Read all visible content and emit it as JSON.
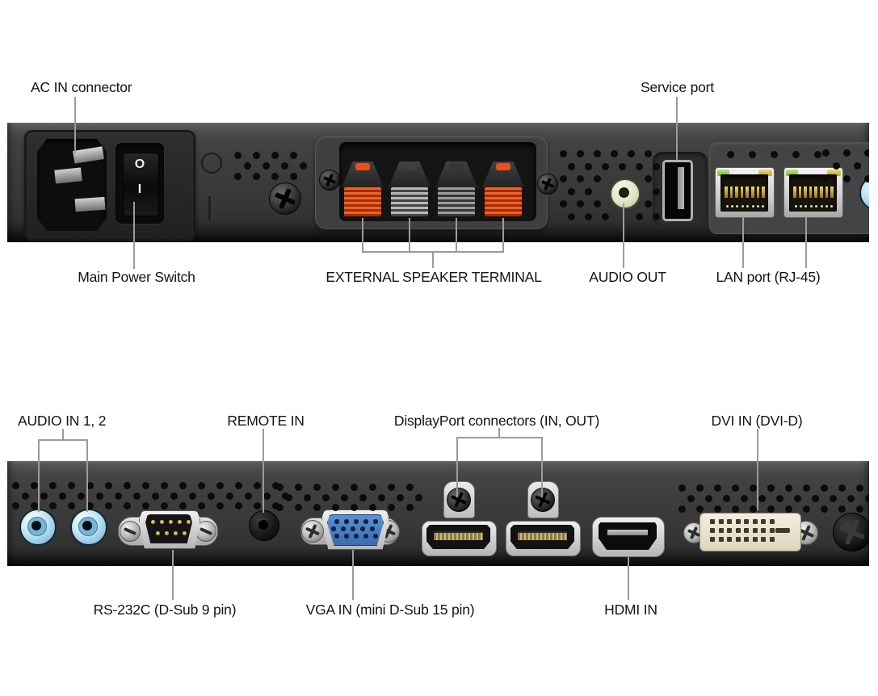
{
  "page": {
    "subject": "Monitor rear panel connector diagram",
    "background": "#ffffff"
  },
  "top_panel": {
    "labels_above": {
      "ac_in": "AC IN connector",
      "service_port": "Service port"
    },
    "labels_below": {
      "main_power_switch": "Main Power Switch",
      "external_speaker_terminal": "EXTERNAL SPEAKER TERMINAL",
      "audio_out": "AUDIO OUT",
      "lan_port": "LAN port (RJ-45)"
    },
    "power_switch": {
      "off_symbol": "O",
      "on_symbol": "I"
    }
  },
  "bottom_panel": {
    "labels_above": {
      "audio_in": "AUDIO IN 1, 2",
      "remote_in": "REMOTE IN",
      "displayport": "DisplayPort connectors (IN, OUT)",
      "dvi_in": "DVI IN (DVI-D)"
    },
    "labels_below": {
      "rs232c": "RS-232C (D-Sub 9 pin)",
      "vga_in": "VGA IN (mini D-Sub 15 pin)",
      "hdmi_in": "HDMI IN"
    }
  },
  "colors": {
    "panel_gray": "#3b3b3b",
    "speaker_clip_orange": "#e8521e",
    "vga_blue": "#4a80c8",
    "audio_in_blue": "#a5d8ef",
    "audio_out_ring": "#e9ecd2",
    "lan_led_green": "#8fd24a",
    "lan_led_yellow": "#d8c84a",
    "dvi_cream": "#ece4d0"
  }
}
